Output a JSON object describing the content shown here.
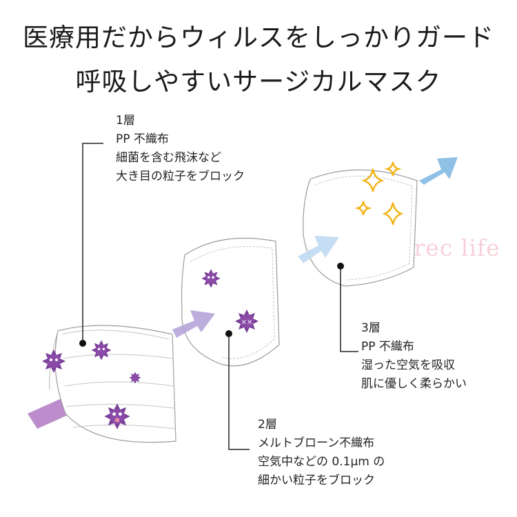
{
  "headline": {
    "line1": "医療用だからウィルスをしっかりガード",
    "line2": "呼吸しやすいサージカルマスク"
  },
  "layers": {
    "layer1": {
      "title": "1層",
      "material": "PP 不織布",
      "desc1": "細菌を含む飛沫など",
      "desc2": "大き目の粒子をブロック"
    },
    "layer2": {
      "title": "2層",
      "material": "メルトブローン不織布",
      "desc1": "空気中などの 0.1μm の",
      "desc2": "細かい粒子をブロック"
    },
    "layer3": {
      "title": "3層",
      "material": "PP 不織布",
      "desc1": "湿った空気を吸収",
      "desc2": "肌に優しく柔らかい"
    }
  },
  "watermark": "hurec life",
  "colors": {
    "virus": "#7a3f97",
    "arrow_purple": "#b67fc7",
    "arrow_lavender": "#b4a4d8",
    "arrow_blue_light": "#c3dcf2",
    "arrow_blue": "#8fc0e6",
    "sparkle": "#f2b416",
    "leader_line": "#222222"
  }
}
